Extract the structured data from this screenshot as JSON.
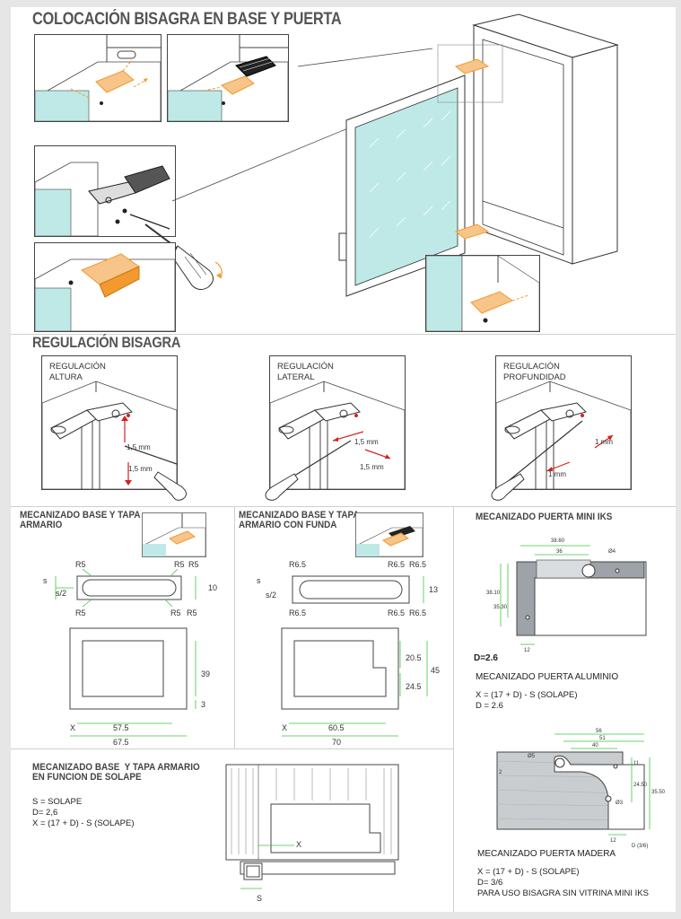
{
  "sections": {
    "colocacion": {
      "title": "COLOCACIÓN BISAGRA EN BASE Y PUERTA"
    },
    "regulacion": {
      "title": "REGULACIÓN BISAGRA",
      "panels": [
        {
          "label": "REGULACIÓN\nALTURA",
          "m1": "1,5 mm",
          "m2": "1,5 mm"
        },
        {
          "label": "REGULACIÓN\nLATERAL",
          "m1": "1,5 mm",
          "m2": "1,5 mm"
        },
        {
          "label": "REGULACIÓN\nPROFUNDIDAD",
          "m1": "1 mm",
          "m2": "1 mm"
        }
      ]
    },
    "mec_base": {
      "title": "MECANIZADO BASE Y TAPA\nARMARIO",
      "radius": "R5",
      "s2": "s/2",
      "s": "s",
      "height": "10",
      "dim_39": "39",
      "dim_3": "3",
      "dim_x": "X",
      "dim_575": "57.5",
      "dim_675": "67.5"
    },
    "mec_funda": {
      "title": "MECANIZADO BASE Y TAPA\nARMARIO CON FUNDA",
      "radius": "R6.5",
      "s2": "s/2",
      "s": "s",
      "height": "13",
      "dim_205": "20.5",
      "dim_245": "24.5",
      "dim_45": "45",
      "dim_x": "X",
      "dim_605": "60.5",
      "dim_70": "70"
    },
    "mec_mini": {
      "title": "MECANIZADO PUERTA MINI IKS",
      "d": "D=2.6",
      "dims": {
        "a": "38.60",
        "b": "36",
        "c": "38.10",
        "d": "35.30",
        "e": "12",
        "phi": "Ø4"
      }
    },
    "mec_aluminio": {
      "title": "MECANIZADO PUERTA ALUMINIO",
      "line1": "X = (17 + D) - S (SOLAPE)",
      "line2": "D = 2.6"
    },
    "mec_solape": {
      "title": "MECANIZADO BASE  Y TAPA ARMARIO\nEN FUNCION DE SOLAPE",
      "line1": "S = SOLAPE",
      "line2": "D= 2,6",
      "line3": "X = (17 + D) - S (SOLAPE)",
      "x": "X",
      "s": "S"
    },
    "mec_madera": {
      "title": "MECANIZADO PUERTA MADERA",
      "line1": "X = (17 + D) - S (SOLAPE)",
      "line2": "D= 3/6",
      "line3": "PARA USO BISAGRA SIN VITRINA MINI IKS",
      "dims": {
        "a": "56",
        "b": "51",
        "c": "40",
        "d": "2",
        "e": "12",
        "f": "D (3/6)",
        "g": "24.50",
        "h": "35.50",
        "i": "Ø3",
        "j": "Ø5",
        "k": "11"
      }
    }
  },
  "colors": {
    "accent": "#f29a2e",
    "glass": "#bfe9e6",
    "dim": "#3cc83c",
    "red": "#d42020"
  }
}
